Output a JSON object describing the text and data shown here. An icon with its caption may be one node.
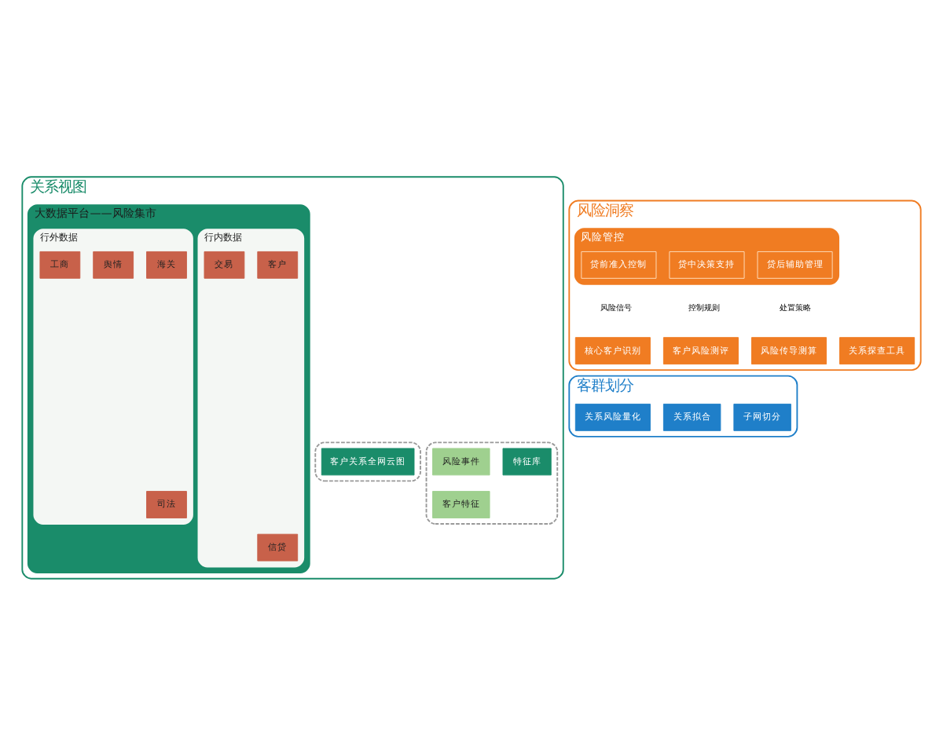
{
  "diagram": {
    "nodes": [
      {
        "text": [
          "风险洞察"
        ]
      },
      {
        "text": [
          "风险管控"
        ],
        "in": 0
      },
      {
        "text": [
          "贷前准入控制"
        ],
        "in": 1
      },
      {
        "text": [
          "贷中决策支持"
        ],
        "in": 1
      },
      {
        "text": [
          "贷后辅助管理"
        ],
        "in": 1
      },
      {
        "text": [
          "核心客户识别"
        ],
        "in": 0
      },
      {
        "text": [
          "客户风险测评"
        ],
        "in": 0
      },
      {
        "text": [
          "风险传导测算"
        ],
        "in": 0
      },
      {
        "text": [
          "关系探查工具"
        ],
        "in": 0
      },
      {
        "text": [
          "客群划分"
        ]
      },
      {
        "text": [
          "关系风险量化"
        ],
        "in": 9
      },
      {
        "text": [
          "关系拟合"
        ],
        "in": 9
      },
      {
        "text": [
          "子网切分"
        ],
        "in": 9
      },
      {
        "text": [
          "关系视图"
        ]
      },
      {
        "text": [],
        "shape": "box",
        "in": 13
      },
      {
        "text": [
          "特征库"
        ],
        "in": 14
      },
      {
        "text": [
          "风险事件"
        ],
        "in": 14
      },
      {
        "text": [
          "客户特征"
        ],
        "in": 14
      },
      {
        "text": [],
        "shape": "box",
        "in": 13
      },
      {
        "text": [
          "客户关系全网云图"
        ],
        "in": 18
      },
      {
        "text": [
          "大数据平台——风险集市"
        ],
        "in": 13
      },
      {
        "text": [
          "行内数据"
        ],
        "in": 20
      },
      {
        "text": [
          "信贷"
        ],
        "in": 21
      },
      {
        "text": [
          "客户"
        ],
        "in": 21
      },
      {
        "text": [
          "交易"
        ],
        "in": 21
      },
      {
        "text": [
          "行外数据"
        ],
        "in": 20
      },
      {
        "text": [
          "海关"
        ],
        "in": 25
      },
      {
        "text": [
          "司法"
        ],
        "in": 25
      },
      {
        "text": [
          "舆情"
        ],
        "in": 25
      },
      {
        "text": [
          "工商"
        ],
        "in": 25
      }
    ],
    "edges": [],
    "labels": [
      "风险信号",
      "控制规则",
      "处置策略"
    ]
  }
}
